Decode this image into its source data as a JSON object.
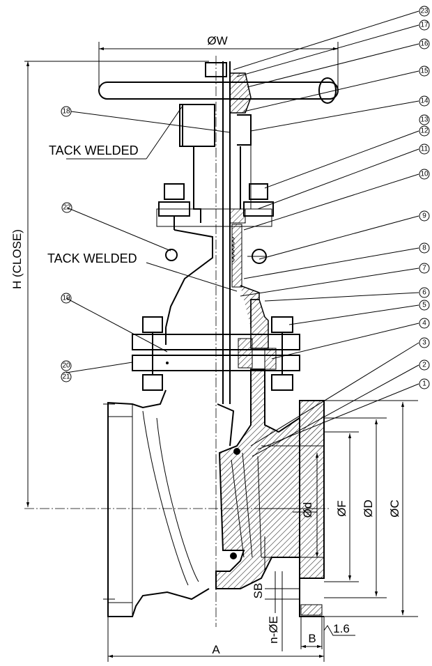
{
  "dimensions": {
    "W": "ØW",
    "H": "H (CLOSE)",
    "A": "A",
    "B": "B",
    "C": "ØC",
    "D": "ØD",
    "F": "ØF",
    "d": "Ød",
    "E": "n-ØE",
    "SB": "SB",
    "roughness": "1.6"
  },
  "callouts": {
    "tack_welded": "TACK WELDED"
  },
  "balloons": [
    "1",
    "2",
    "3",
    "4",
    "5",
    "6",
    "7",
    "8",
    "9",
    "10",
    "11",
    "12",
    "13",
    "14",
    "15",
    "16",
    "17",
    "18",
    "19",
    "20",
    "21",
    "22",
    "23"
  ],
  "colors": {
    "line": "#000000",
    "background": "#ffffff"
  }
}
